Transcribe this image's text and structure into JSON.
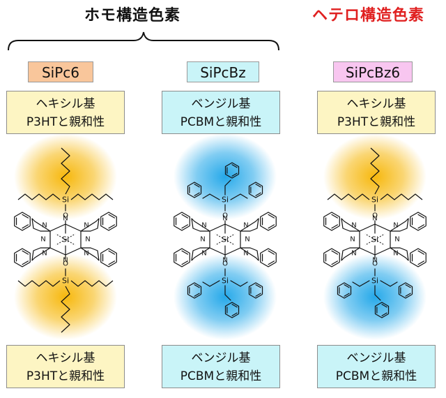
{
  "headers": {
    "homo": "ホモ構造色素",
    "hetero": "ヘテロ構造色素"
  },
  "columns": [
    {
      "name": "SiPc6",
      "name_bg": "#f9c69b",
      "top": {
        "line1": "ヘキシル基",
        "line2": "P3HTと親和性"
      },
      "bottom": {
        "line1": "ヘキシル基",
        "line2": "P3HTと親和性"
      }
    },
    {
      "name": "SiPcBz",
      "name_bg": "#c9f4f8",
      "top": {
        "line1": "ベンジル基",
        "line2": "PCBMと親和性"
      },
      "bottom": {
        "line1": "ベンジル基",
        "line2": "PCBMと親和性"
      }
    },
    {
      "name": "SiPcBz6",
      "name_bg": "#f8c6f0",
      "top": {
        "line1": "ヘキシル基",
        "line2": "P3HTと親和性"
      },
      "bottom": {
        "line1": "ベンジル基",
        "line2": "PCBMと親和性"
      }
    }
  ],
  "atoms": {
    "silicon": "Si",
    "oxygen": "O",
    "nitrogen": "N"
  },
  "colors": {
    "hexyl_glow": "#f6b400",
    "benzyl_glow": "#1aa4e8",
    "hetero_header": "#e02020"
  }
}
